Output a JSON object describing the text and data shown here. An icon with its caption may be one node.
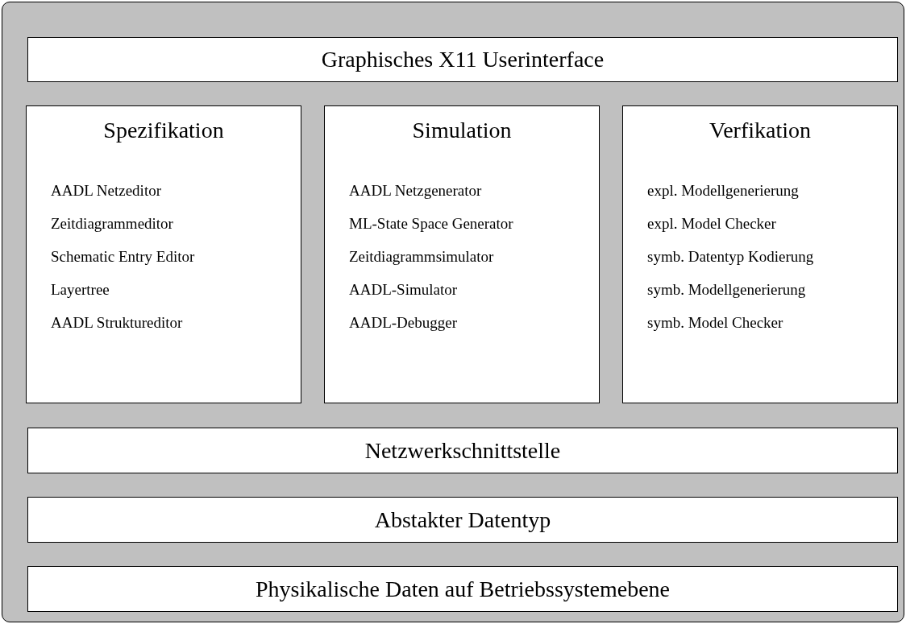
{
  "diagram": {
    "nodes": [
      {
        "text": [],
        "shape": "box"
      },
      {
        "text": [
          "Graphisches X11 Userinterface"
        ],
        "in": 0
      },
      {
        "text": [
          "Spezifikation",
          "AADL Netzeditor",
          "Zeitdiagrammeditor",
          "Schematic Entry Editor",
          "Layertree",
          "AADL Struktureditor"
        ],
        "in": 0
      },
      {
        "text": [
          "Simulation",
          "AADL Netzgenerator",
          "ML-State Space Generator",
          "Zeitdiagrammsimulator",
          "AADL-Simulator",
          "AADL-Debugger"
        ],
        "in": 0
      },
      {
        "text": [
          "Verfikation",
          "expl. Modellgenerierung",
          "expl. Model Checker",
          "symb. Datentyp Kodierung",
          "symb. Modellgenerierung",
          "symb. Model Checker"
        ],
        "in": 0
      },
      {
        "text": [
          "Netzwerkschnittstelle"
        ],
        "in": 0
      },
      {
        "text": [
          "Abstakter Datentyp"
        ],
        "in": 0
      },
      {
        "text": [
          "Physikalische Daten auf Betriebssystemebene"
        ],
        "in": 0
      }
    ],
    "edges": []
  }
}
